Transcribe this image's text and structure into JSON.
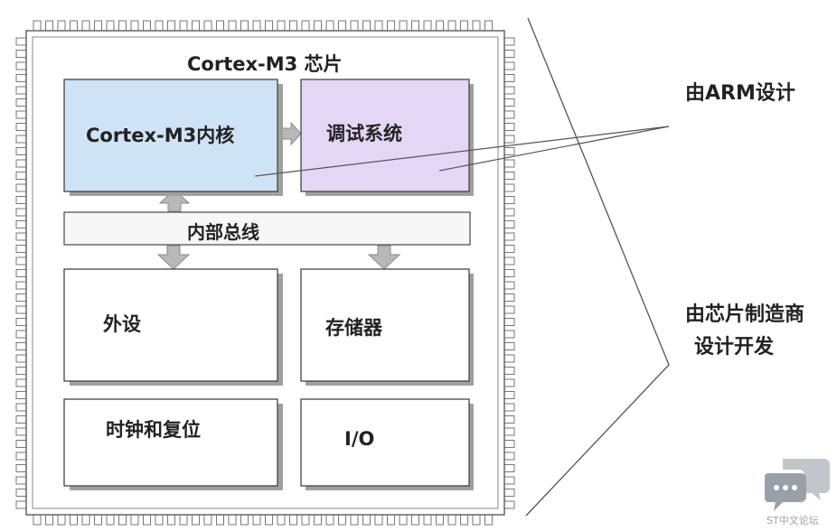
{
  "chip": {
    "title": "Cortex-M3 芯片",
    "core": "Cortex-M3内核",
    "debug": "调试系统",
    "bus": "内部总线",
    "peripheral": "外设",
    "memory": "存储器",
    "clock_reset": "时钟和复位",
    "io": "I/O"
  },
  "annotations": {
    "arm_design": "由ARM设计",
    "vendor_line1": "由芯片制造商",
    "vendor_line2": "设计开发"
  },
  "watermark": {
    "text": "ST中文论坛"
  },
  "colors": {
    "core_fill": "#cfe3f7",
    "debug_fill": "#e4d7f5",
    "arrow_fill": "#b8b8b8",
    "outline": "#444444",
    "shadow": "#a0a0a0"
  }
}
